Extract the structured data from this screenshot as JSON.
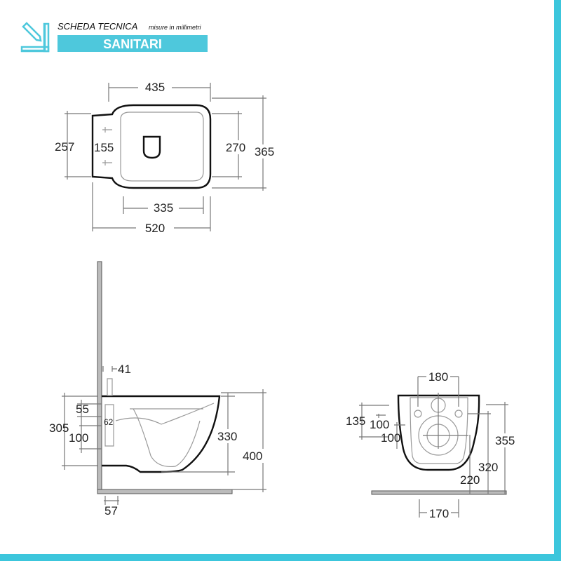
{
  "header": {
    "title": "SCHEDA TECNICA",
    "subtitle": "misure in millimetri",
    "category": "SANITARI",
    "icon": "pencil-ruler-icon",
    "accent": "#4ec8dc"
  },
  "top_view": {
    "d435": "435",
    "d257": "257",
    "d155": "155",
    "d270": "270",
    "d365": "365",
    "d335": "335",
    "d520": "520"
  },
  "side_view": {
    "d41": "41",
    "d55": "55",
    "d62": "62",
    "d305": "305",
    "d100": "100",
    "d330": "330",
    "d400": "400",
    "d57": "57"
  },
  "front_view": {
    "d180": "180",
    "d135": "135",
    "d100a": "100",
    "d100b": "100",
    "d355": "355",
    "d320": "320",
    "d220": "220",
    "d170": "170"
  }
}
